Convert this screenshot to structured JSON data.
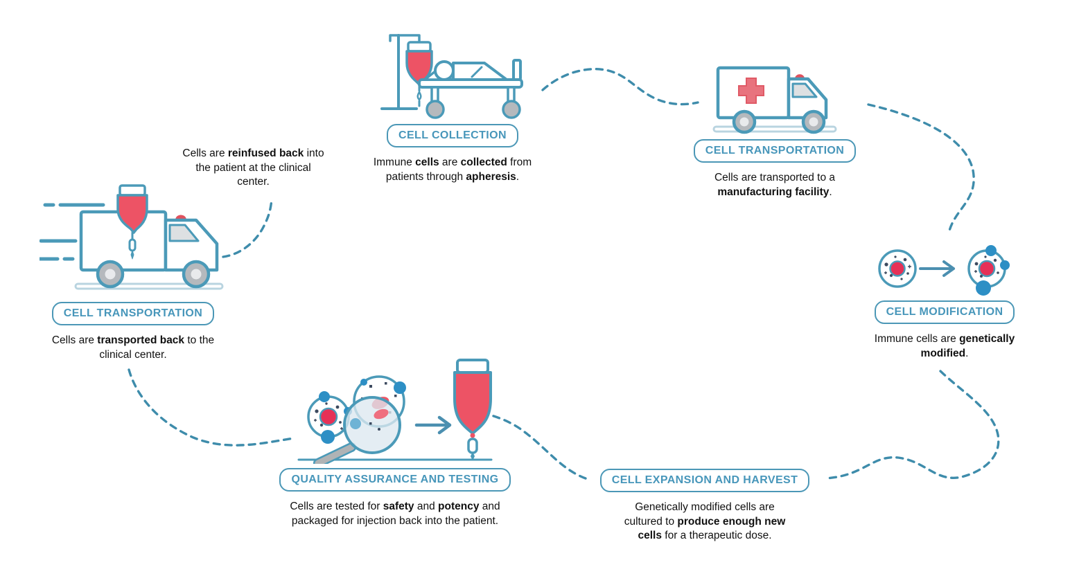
{
  "title": "Cell therapy manufacturing process cycle",
  "palette": {
    "teal": "#4b97b6",
    "badge_text": "#4796ba",
    "dash_line": "#3e8cab",
    "red": "#ed5365",
    "nucleus_red": "#e63157",
    "cross_pink": "#e8737e",
    "siren_red": "#e0525e",
    "wheel_gray": "#b5b9bd",
    "window_gray": "#dde0e2",
    "dark_dot": "#3c4a5f",
    "blue_blob": "#2d8fc5",
    "text_black": "#111111"
  },
  "stages": [
    {
      "id": "cell-collection",
      "label": "CELL COLLECTION",
      "icon": "hospital-bed-patient-iv-icon",
      "description": [
        {
          "t": "Immune ",
          "b": false
        },
        {
          "t": "cells",
          "b": true
        },
        {
          "t": " are ",
          "b": false
        },
        {
          "t": "collected",
          "b": true
        },
        {
          "t": " from patients through ",
          "b": false
        },
        {
          "t": "apheresis",
          "b": true
        },
        {
          "t": ".",
          "b": false
        }
      ]
    },
    {
      "id": "cell-transportation-to-facility",
      "label": "CELL TRANSPORTATION",
      "icon": "ambulance-icon",
      "description": [
        {
          "t": "Cells are transported to a ",
          "b": false
        },
        {
          "t": "manufacturing facility",
          "b": true
        },
        {
          "t": ".",
          "b": false
        }
      ]
    },
    {
      "id": "cell-modification",
      "label": "CELL MODIFICATION",
      "icon": "cell-before-after-arrow-icon",
      "description": [
        {
          "t": "Immune cells are ",
          "b": false
        },
        {
          "t": "genetically modified",
          "b": true
        },
        {
          "t": ".",
          "b": false
        }
      ]
    },
    {
      "id": "cell-expansion-and-harvest",
      "label": "CELL EXPANSION AND HARVEST",
      "icon": "",
      "description": [
        {
          "t": "Genetically modified cells are cultured to ",
          "b": false
        },
        {
          "t": "produce enough new cells",
          "b": true
        },
        {
          "t": " for a therapeutic dose.",
          "b": false
        }
      ]
    },
    {
      "id": "quality-assurance-and-testing",
      "label": "QUALITY ASSURANCE AND TESTING",
      "icon": "cells-magnifier-iv-bag-icon",
      "description": [
        {
          "t": "Cells are tested for ",
          "b": false
        },
        {
          "t": "safety",
          "b": true
        },
        {
          "t": " and ",
          "b": false
        },
        {
          "t": "potency",
          "b": true
        },
        {
          "t": " and packaged for injection back into the patient.",
          "b": false
        }
      ]
    },
    {
      "id": "cell-transportation-back",
      "label": "CELL TRANSPORTATION",
      "icon": "speeding-ambulance-iv-bag-icon",
      "description": [
        {
          "t": "Cells are ",
          "b": false
        },
        {
          "t": "transported back",
          "b": true
        },
        {
          "t": " to the clinical center.",
          "b": false
        }
      ]
    }
  ],
  "reinfusion_note": [
    {
      "t": "Cells are ",
      "b": false
    },
    {
      "t": "reinfused back",
      "b": true
    },
    {
      "t": " into the patient at the clinical center.",
      "b": false
    }
  ]
}
